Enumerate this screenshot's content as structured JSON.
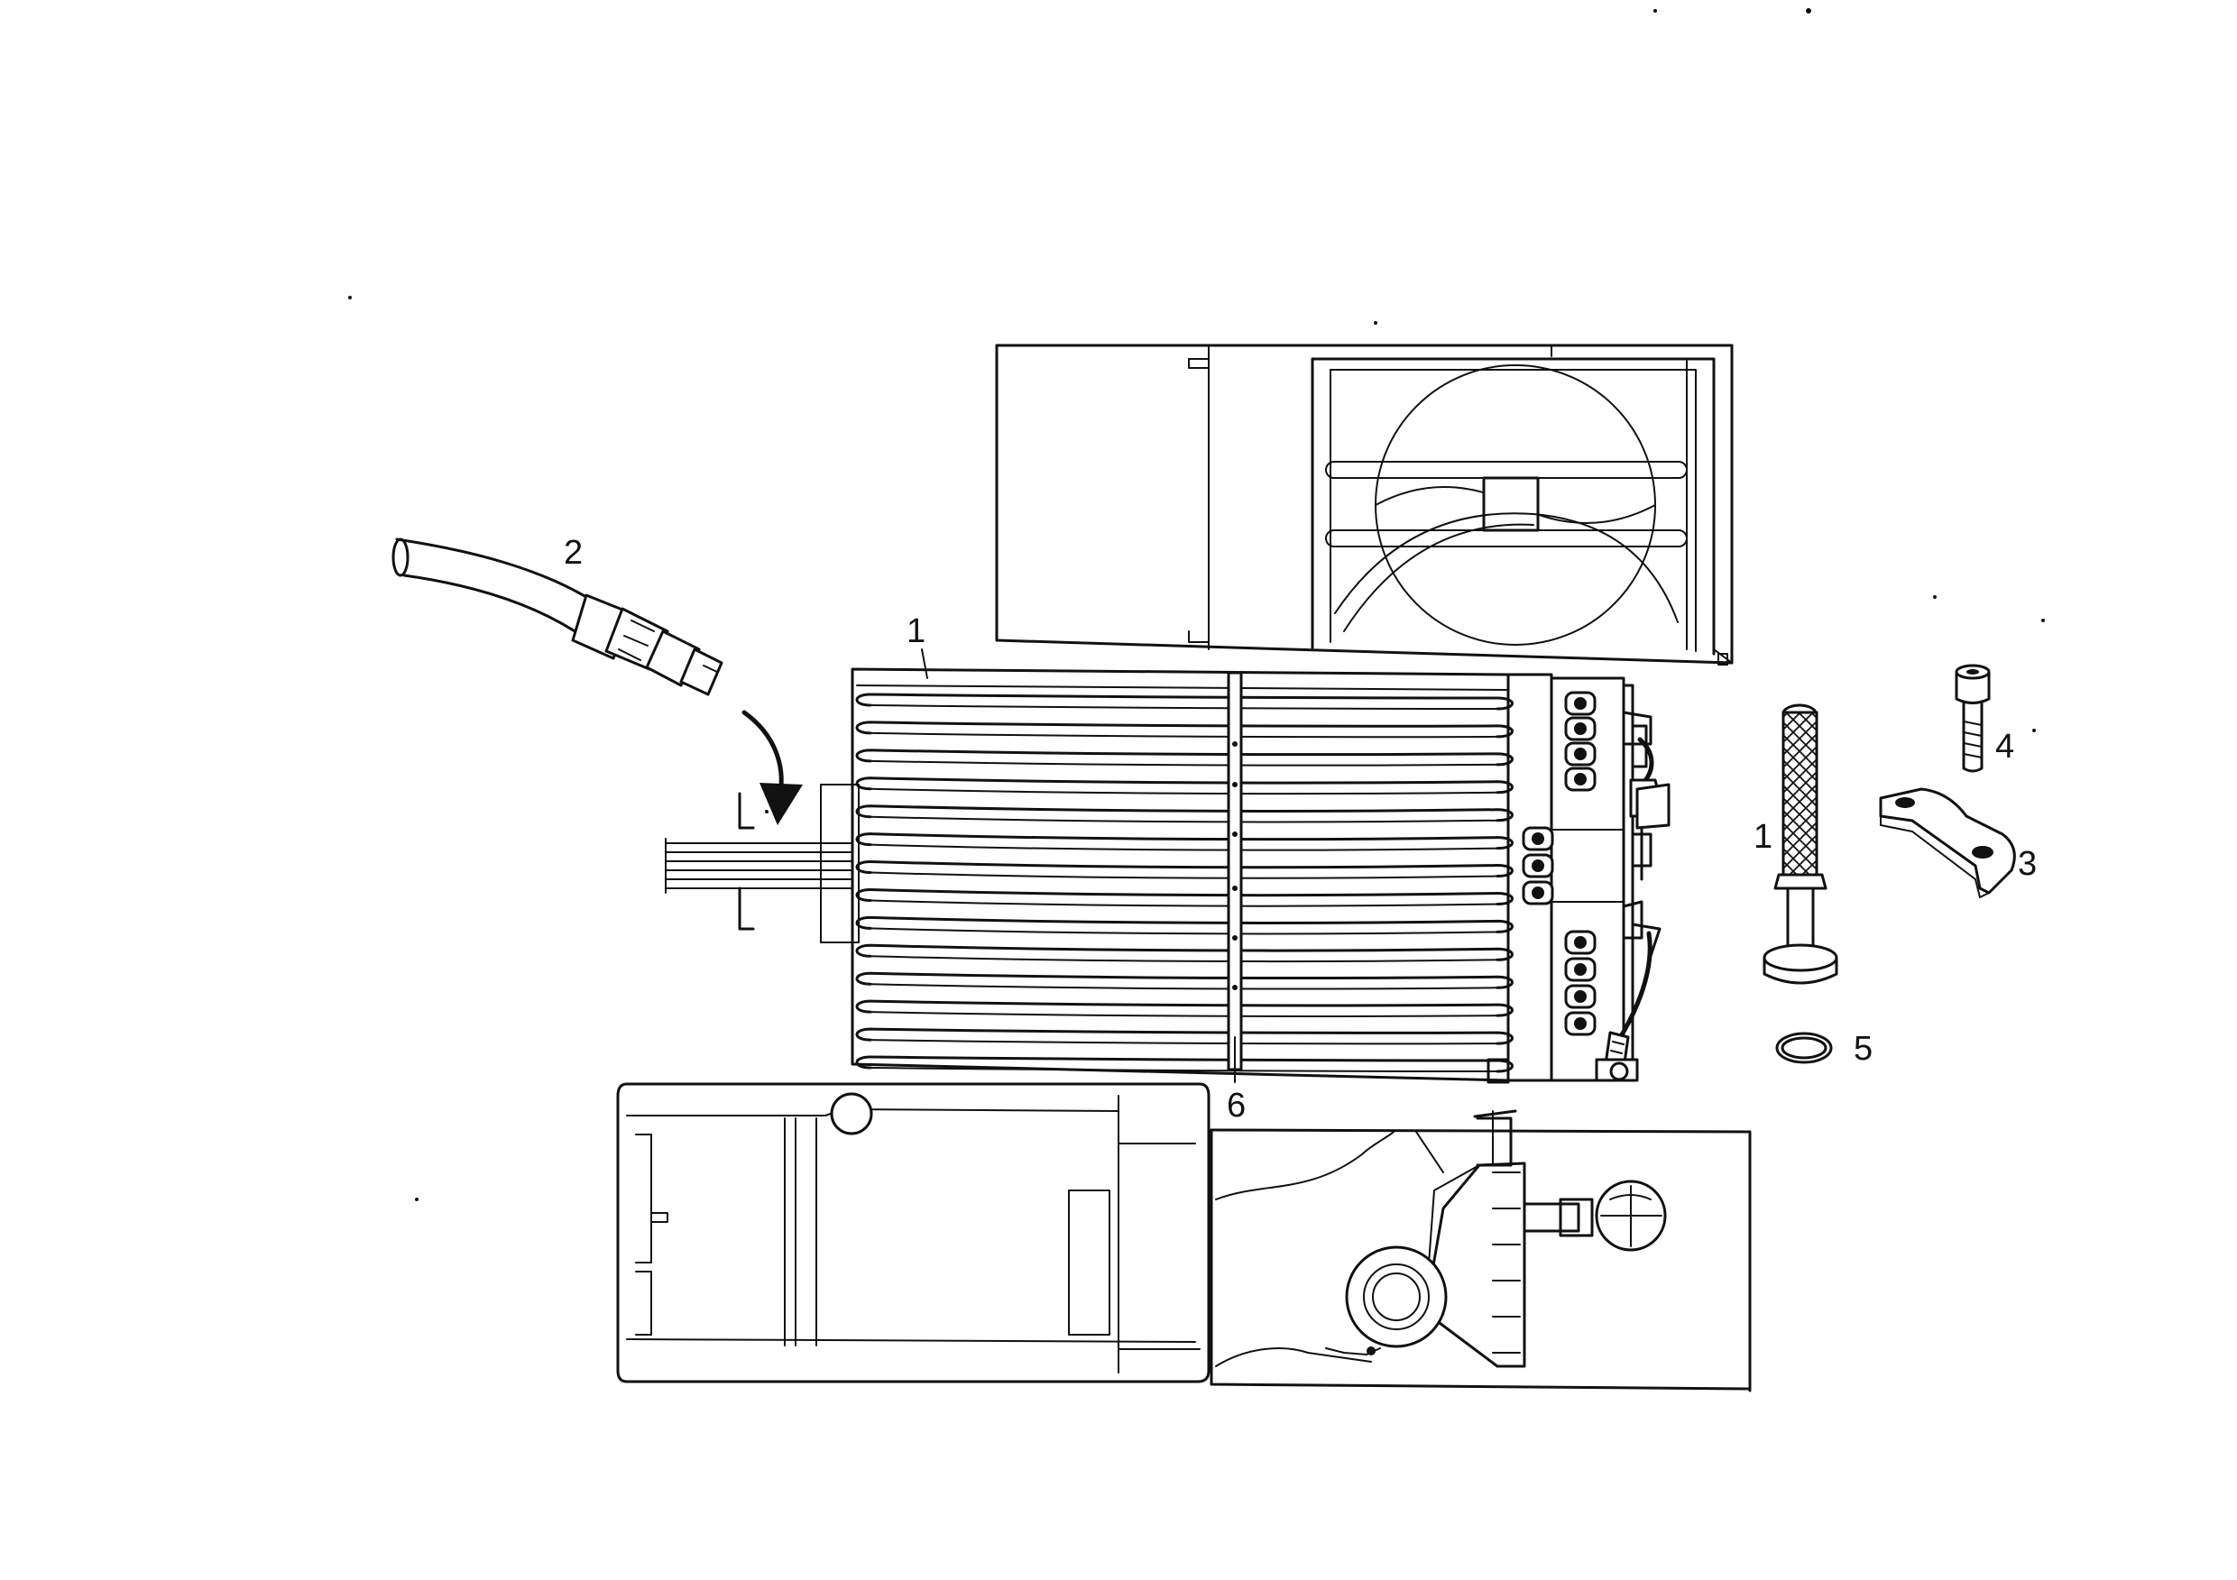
{
  "diagram": {
    "type": "exploded-parts-illustration",
    "ink_color": "#111111",
    "background_color": "#ffffff",
    "callouts": {
      "condenser_core": "1",
      "drier_hose": "1",
      "hose_fitting": "2",
      "flange_clamp": "3",
      "socket_screw": "4",
      "o_ring": "5",
      "support_strap": "6"
    }
  }
}
